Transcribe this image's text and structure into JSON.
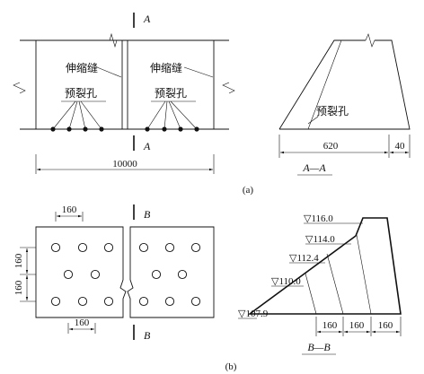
{
  "figure_a": {
    "plan": {
      "section_mark": "A",
      "joint_label_left": "伸缩缝",
      "joint_label_right": "伸缩缝",
      "hole_label_left": "预裂孔",
      "hole_label_right": "预裂孔",
      "length_dim": "10000"
    },
    "section": {
      "hole_label": "预裂孔",
      "base_dim": "620",
      "top_dim": "40",
      "title": "A—A"
    },
    "caption": "(a)"
  },
  "figure_b": {
    "plan": {
      "section_mark": "B",
      "dim_top": "160",
      "dim_left_upper": "160",
      "dim_left_lower": "160",
      "dim_bottom": "160"
    },
    "section": {
      "elevations": [
        "▽116.0",
        "▽114.0",
        "▽112.4",
        "▽110.0",
        "▽107.9"
      ],
      "base_dims": [
        "160",
        "160",
        "160"
      ],
      "title": "B—B"
    },
    "caption": "(b)"
  },
  "colors": {
    "ink": "#111111",
    "background": "#ffffff"
  }
}
